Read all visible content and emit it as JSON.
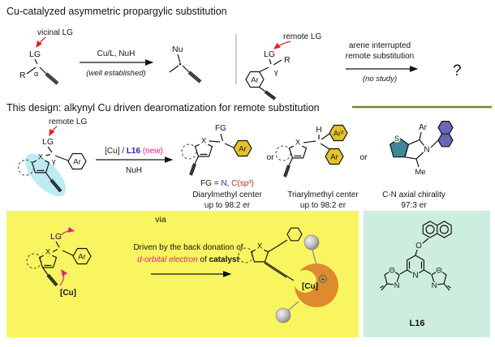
{
  "colors": {
    "red": "#e32119",
    "blue": "#1f1fd0",
    "magenta": "#ec1a8e",
    "teal": "#00808a",
    "gold": "#e4c32b",
    "panel_yellow": "#f8f560",
    "panel_green": "#cdeede",
    "olive": "#7f7f33",
    "orange": "#e08a2e",
    "purple": "#6868b8",
    "maroon": "#a33a28"
  },
  "s1": {
    "title": "Cu-catalyzed asymmetric propargylic substitution",
    "vicinal_lg": "vicinal LG",
    "lg1": "LG",
    "r1": "R",
    "alpha": "α",
    "cond1": "Cu/L, NuH",
    "cond2": "(well established)",
    "nu": "Nu",
    "remote_lg": "remote LG",
    "lg2": "LG",
    "r2": "R",
    "gamma": "γ",
    "ar": "Ar",
    "int1": "arene interrupted",
    "int2": "remote substitution",
    "no_study": "(no study)",
    "q": "?"
  },
  "s2": {
    "title": "This design: alkynyl Cu driven dearomatization for remote substitution",
    "remote_lg": "remote LG",
    "sub": {
      "lg": "LG",
      "x": "X",
      "gamma": "γ",
      "ar": "Ar"
    },
    "cond": {
      "pre": "[Cu] / ",
      "l16": "L16",
      "new": " (new)",
      "nuh": "NuH"
    },
    "or": "or",
    "p1": {
      "fg": "FG",
      "x": "X",
      "ar": "Ar",
      "cap_pre": "FG = ",
      "cap_n": "N",
      "cap_sep": ", ",
      "cap_c": "C(sp³)",
      "cap1": "Diarylmethyl center",
      "cap2": "up to 98:2 er"
    },
    "p2": {
      "h": "H",
      "x": "X",
      "ar3": "Ar³",
      "ar": "Ar",
      "cap1": "Triarylmethyl center",
      "cap2": "up to 98:2 er"
    },
    "p3": {
      "s": "S",
      "ar": "Ar",
      "n": "N",
      "me": "Me",
      "cap1": "C-N axial chirality",
      "cap2": "97:3 er"
    }
  },
  "s3": {
    "via": "via",
    "sub": {
      "lg": "LG",
      "x": "X",
      "ar": "Ar",
      "cu": "[Cu]"
    },
    "t1": "Driven by the back donation of",
    "t2a": "d-orbital electron",
    "t2b": " of ",
    "t2c": "catalyst",
    "right": {
      "x": "X",
      "cu": "[Cu]",
      "plus": "+"
    },
    "ligand": {
      "o": "O",
      "n_py": "N",
      "o_l": "O",
      "n_l": "N",
      "o_r": "O",
      "n_r": "N",
      "label": "L16"
    }
  }
}
